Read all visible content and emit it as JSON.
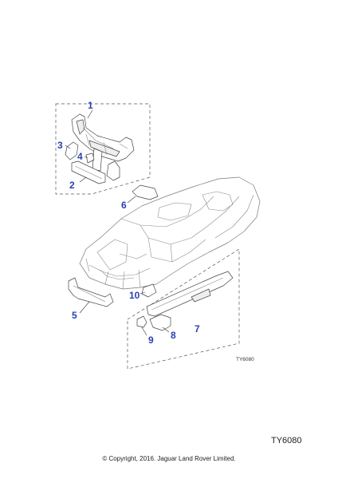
{
  "diagram": {
    "callouts": [
      {
        "id": "1",
        "label": "1"
      },
      {
        "id": "2",
        "label": "2"
      },
      {
        "id": "3",
        "label": "3"
      },
      {
        "id": "4",
        "label": "4"
      },
      {
        "id": "5",
        "label": "5"
      },
      {
        "id": "6",
        "label": "6"
      },
      {
        "id": "7",
        "label": "7"
      },
      {
        "id": "8",
        "label": "8"
      },
      {
        "id": "9",
        "label": "9"
      },
      {
        "id": "10",
        "label": "10"
      }
    ],
    "inner_reference": "TY6080",
    "callout_color": "#2a3fb0"
  },
  "footer": {
    "reference_code": "TY6080",
    "copyright": "© Copyright, 2016. Jaguar Land Rover Limited."
  }
}
